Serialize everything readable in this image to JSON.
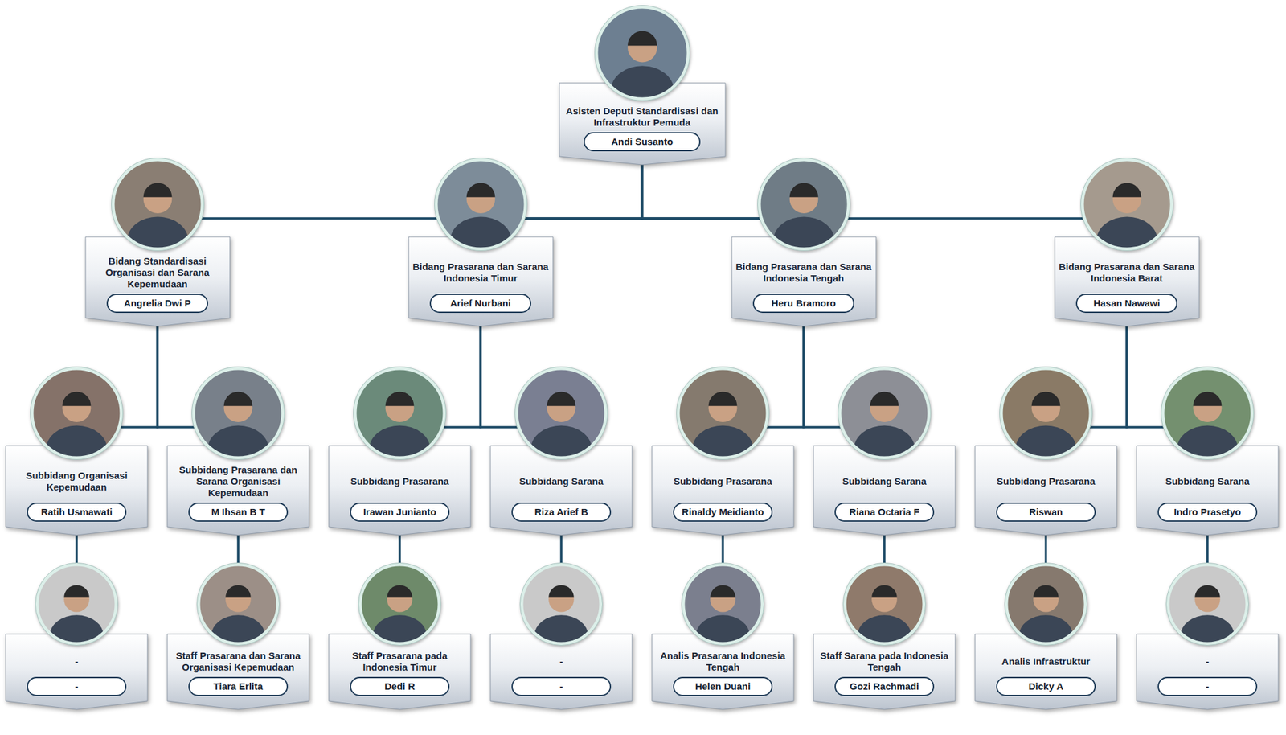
{
  "diagram": {
    "nodes": [
      {
        "text": [
          "Asisten Deputi Standardisasi dan Infrastruktur Pemuda",
          "Andi Susanto"
        ]
      },
      {
        "text": [
          "Bidang Standardisasi Organisasi dan Sarana Kepemudaan",
          "Angrelia Dwi P"
        ]
      },
      {
        "text": [
          "Bidang Prasarana dan Sarana Indonesia Timur",
          "Arief Nurbani"
        ]
      },
      {
        "text": [
          "Bidang Prasarana dan Sarana Indonesia Tengah",
          "Heru Bramoro"
        ]
      },
      {
        "text": [
          "Bidang Prasarana dan Sarana Indonesia Barat",
          "Hasan Nawawi"
        ]
      },
      {
        "text": [
          "Subbidang Organisasi Kepemudaan",
          "Ratih Usmawati"
        ]
      },
      {
        "text": [
          "Subbidang Prasarana dan Sarana Organisasi Kepemudaan",
          "M Ihsan B T"
        ]
      },
      {
        "text": [
          "Subbidang Prasarana",
          "Irawan Junianto"
        ]
      },
      {
        "text": [
          "Subbidang Sarana",
          "Riza Arief B"
        ]
      },
      {
        "text": [
          "Subbidang Prasarana",
          "Rinaldy Meidianto"
        ]
      },
      {
        "text": [
          "Subbidang Sarana",
          "Riana Octaria F"
        ]
      },
      {
        "text": [
          "Subbidang Prasarana",
          "Riswan"
        ]
      },
      {
        "text": [
          "Subbidang Sarana",
          "Indro Prasetyo"
        ]
      },
      {
        "text": [
          "-",
          "-"
        ]
      },
      {
        "text": [
          "Staff Prasarana dan Sarana Organisasi Kepemudaan",
          "Tiara Erlita"
        ]
      },
      {
        "text": [
          "Staff Prasarana pada Indonesia Timur",
          "Dedi R"
        ]
      },
      {
        "text": [
          "-",
          "-"
        ]
      },
      {
        "text": [
          "Analis Prasarana Indonesia Tengah",
          "Helen Duani"
        ]
      },
      {
        "text": [
          "Staff Sarana pada Indonesia Tengah",
          "Gozi Rachmadi"
        ]
      },
      {
        "text": [
          "Analis Infrastruktur",
          "Dicky A"
        ]
      },
      {
        "text": [
          "-",
          "-"
        ]
      }
    ],
    "edges": [
      {
        "from": 0,
        "to": 1,
        "arrow": "none"
      },
      {
        "from": 0,
        "to": 2,
        "arrow": "none"
      },
      {
        "from": 0,
        "to": 3,
        "arrow": "none"
      },
      {
        "from": 0,
        "to": 4,
        "arrow": "none"
      },
      {
        "from": 1,
        "to": 5,
        "arrow": "none"
      },
      {
        "from": 1,
        "to": 6,
        "arrow": "none"
      },
      {
        "from": 2,
        "to": 7,
        "arrow": "none"
      },
      {
        "from": 2,
        "to": 8,
        "arrow": "none"
      },
      {
        "from": 3,
        "to": 9,
        "arrow": "none"
      },
      {
        "from": 3,
        "to": 10,
        "arrow": "none"
      },
      {
        "from": 4,
        "to": 11,
        "arrow": "none"
      },
      {
        "from": 4,
        "to": 12,
        "arrow": "none"
      },
      {
        "from": 5,
        "to": 13,
        "arrow": "none"
      },
      {
        "from": 6,
        "to": 14,
        "arrow": "none"
      },
      {
        "from": 7,
        "to": 15,
        "arrow": "none"
      },
      {
        "from": 8,
        "to": 16,
        "arrow": "none"
      },
      {
        "from": 9,
        "to": 17,
        "arrow": "none"
      },
      {
        "from": 10,
        "to": 18,
        "arrow": "none"
      },
      {
        "from": 11,
        "to": 19,
        "arrow": "none"
      },
      {
        "from": 12,
        "to": 20,
        "arrow": "none"
      }
    ]
  }
}
